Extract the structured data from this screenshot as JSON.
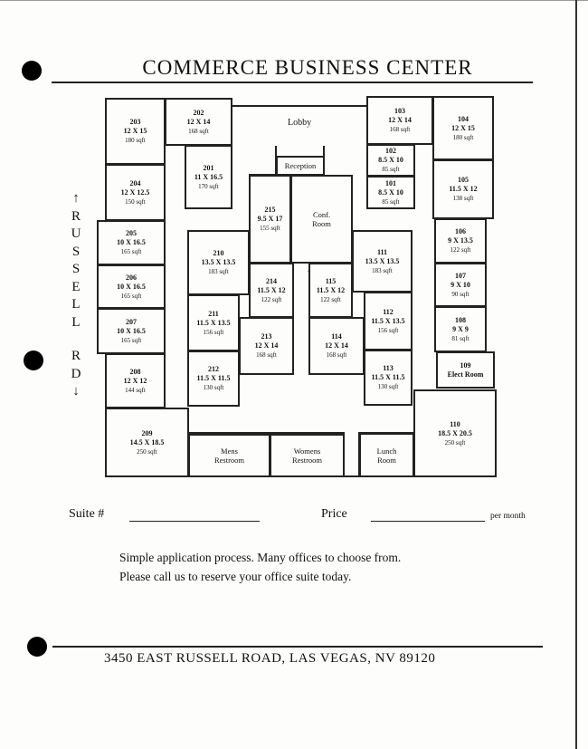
{
  "title": "COMMERCE BUSINESS CENTER",
  "street_side": [
    "↑",
    "R",
    "U",
    "S",
    "S",
    "E",
    "L",
    "L",
    "R",
    "D",
    "↓"
  ],
  "lobby": "Lobby",
  "rooms": {
    "r203": {
      "name": "203",
      "dims": "12 X 15",
      "area": "180 sqft"
    },
    "r202": {
      "name": "202",
      "dims": "12 X 14",
      "area": "168 sqft"
    },
    "r201": {
      "name": "201",
      "dims": "11 X 16.5",
      "area": "170 sqft"
    },
    "r204": {
      "name": "204",
      "dims": "12 X 12.5",
      "area": "150 sqft"
    },
    "r205": {
      "name": "205",
      "dims": "10 X 16.5",
      "area": "165 sqft"
    },
    "r206": {
      "name": "206",
      "dims": "10 X 16.5",
      "area": "165 sqft"
    },
    "r207": {
      "name": "207",
      "dims": "10 X 16.5",
      "area": "165 sqft"
    },
    "r208": {
      "name": "208",
      "dims": "12 X 12",
      "area": "144 sqft"
    },
    "r209": {
      "name": "209",
      "dims": "14.5 X 18.5",
      "area": "250 sqft"
    },
    "r210": {
      "name": "210",
      "dims": "13.5 X 13.5",
      "area": "183 sqft"
    },
    "r211": {
      "name": "211",
      "dims": "11.5 X 13.5",
      "area": "156 sqft"
    },
    "r212": {
      "name": "212",
      "dims": "11.5 X 11.5",
      "area": "130 sqft"
    },
    "r213": {
      "name": "213",
      "dims": "12 X 14",
      "area": "168 sqft"
    },
    "r214": {
      "name": "214",
      "dims": "11.5 X 12",
      "area": "122 sqft"
    },
    "r215": {
      "name": "215",
      "dims": "9.5 X 17",
      "area": "155 sqft"
    },
    "r103": {
      "name": "103",
      "dims": "12 X 14",
      "area": "168 sqft"
    },
    "r104": {
      "name": "104",
      "dims": "12 X 15",
      "area": "180 sqft"
    },
    "r102": {
      "name": "102",
      "dims": "8.5 X 10",
      "area": "85 sqft"
    },
    "r101": {
      "name": "101",
      "dims": "8.5 X 10",
      "area": "85 sqft"
    },
    "r105": {
      "name": "105",
      "dims": "11.5 X 12",
      "area": "138 sqft"
    },
    "r106": {
      "name": "106",
      "dims": "9 X 13.5",
      "area": "122 sqft"
    },
    "r107": {
      "name": "107",
      "dims": "9 X 10",
      "area": "90 sqft"
    },
    "r108": {
      "name": "108",
      "dims": "9 X 9",
      "area": "81 sqft"
    },
    "r109": {
      "name": "109",
      "dims": "Elect Room",
      "area": ""
    },
    "r110": {
      "name": "110",
      "dims": "18.5 X 20.5",
      "area": "250 sqft"
    },
    "r111": {
      "name": "111",
      "dims": "13.5 X 13.5",
      "area": "183 sqft"
    },
    "r112": {
      "name": "112",
      "dims": "11.5 X 13.5",
      "area": "156 sqft"
    },
    "r113": {
      "name": "113",
      "dims": "11.5 X 11.5",
      "area": "130 sqft"
    },
    "r114": {
      "name": "114",
      "dims": "12 X 14",
      "area": "168 sqft"
    },
    "r115": {
      "name": "115",
      "dims": "11.5 X 12",
      "area": "122 sqft"
    },
    "reception": {
      "name": "",
      "dims": "Reception",
      "area": ""
    },
    "conf": {
      "name": "Conf.",
      "dims": "Room",
      "area": ""
    },
    "mens": {
      "name": "Mens",
      "dims": "Restroom",
      "area": ""
    },
    "womens": {
      "name": "Womens",
      "dims": "Restroom",
      "area": ""
    },
    "lunch": {
      "name": "Lunch",
      "dims": "Room",
      "area": ""
    }
  },
  "form": {
    "suite_label": "Suite #",
    "price_label": "Price",
    "per_month": "per month"
  },
  "message": [
    "Simple application process. Many offices to choose from.",
    "Please call us to reserve your office suite today."
  ],
  "address": "3450 EAST RUSSELL ROAD, LAS VEGAS, NV 89120"
}
